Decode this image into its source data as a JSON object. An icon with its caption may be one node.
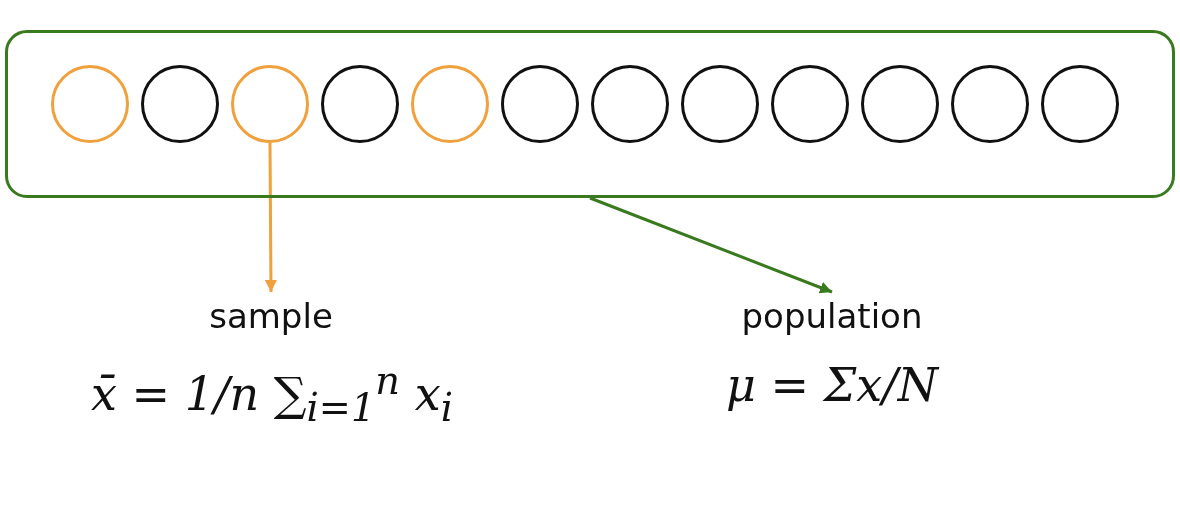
{
  "diagram": {
    "nodes": [
      {
        "text": [],
        "shape": "box"
      },
      {
        "text": [],
        "shape": "circle",
        "in": 0
      },
      {
        "text": [],
        "shape": "circle",
        "in": 0
      },
      {
        "text": [],
        "shape": "circle",
        "in": 0
      },
      {
        "text": [],
        "shape": "circle",
        "in": 0
      },
      {
        "text": [],
        "shape": "circle",
        "in": 0
      },
      {
        "text": [],
        "shape": "circle",
        "in": 0
      },
      {
        "text": [],
        "shape": "circle",
        "in": 0
      },
      {
        "text": [],
        "shape": "circle",
        "in": 0
      },
      {
        "text": [],
        "shape": "circle",
        "in": 0
      },
      {
        "text": [],
        "shape": "circle",
        "in": 0
      },
      {
        "text": [],
        "shape": "circle",
        "in": 0
      },
      {
        "text": [],
        "shape": "circle",
        "in": 0
      },
      {
        "text": [
          "sample",
          "x̄ = 1/n ∑$_{i=1}$$^{n}$ x$_{i}$"
        ]
      },
      {
        "text": [
          "population",
          "μ = Σx/N"
        ]
      }
    ],
    "edges": [
      {
        "from": 3,
        "to": 13,
        "arrow": "to",
        "color": "#f0a03c"
      },
      {
        "from": 0,
        "to": 14,
        "arrow": "to",
        "color": "#3a7a1e"
      }
    ]
  }
}
